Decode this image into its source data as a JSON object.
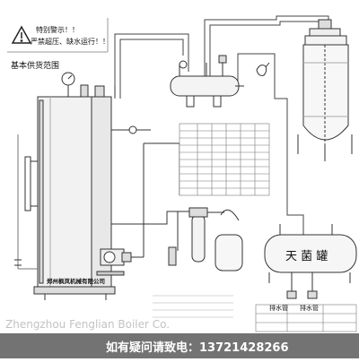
{
  "warning": {
    "line1": "特别警示！！",
    "line2": "严禁超压、缺水运行！！"
  },
  "section_title": "基本供货范围",
  "boiler_plate": "郑州枫岚机械有限公司",
  "labels": {
    "tank": "天 菌 罐",
    "drain_left": "排水管",
    "drain_right": "排水管"
  },
  "watermark": "Zhengzhou Fenglian Boiler Co.",
  "footer": "如有疑问请致电：13721428266"
}
